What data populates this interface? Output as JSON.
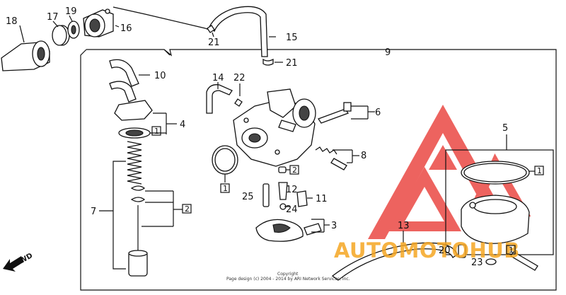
{
  "callouts": {
    "c18": "18",
    "c17": "17",
    "c19": "19",
    "c16": "16",
    "c21a": "21",
    "c15": "15",
    "c21b": "21",
    "c9": "9",
    "c10": "10",
    "c14": "14",
    "c22": "22",
    "c6": "6",
    "c4": "4",
    "c5": "5",
    "c8": "8",
    "c7": "7",
    "c25": "25",
    "c12": "12",
    "c11": "11",
    "c24": "24",
    "c3": "3",
    "c13": "13",
    "c20": "20",
    "c23": "23"
  },
  "ref_boxes": {
    "b4": "1",
    "b2a": "2",
    "b7": "2",
    "b1a": "1",
    "b5": "1",
    "b1b": "1"
  },
  "fwd_label": "FWD",
  "copyright": {
    "line1": "Copyright",
    "line2": "Page design (c) 2004 - 2014 by ARI Network Services, Inc."
  },
  "watermark": {
    "text": "AUTOMOTOHUB",
    "red": "#e8302a",
    "orange": "#f5a623"
  }
}
